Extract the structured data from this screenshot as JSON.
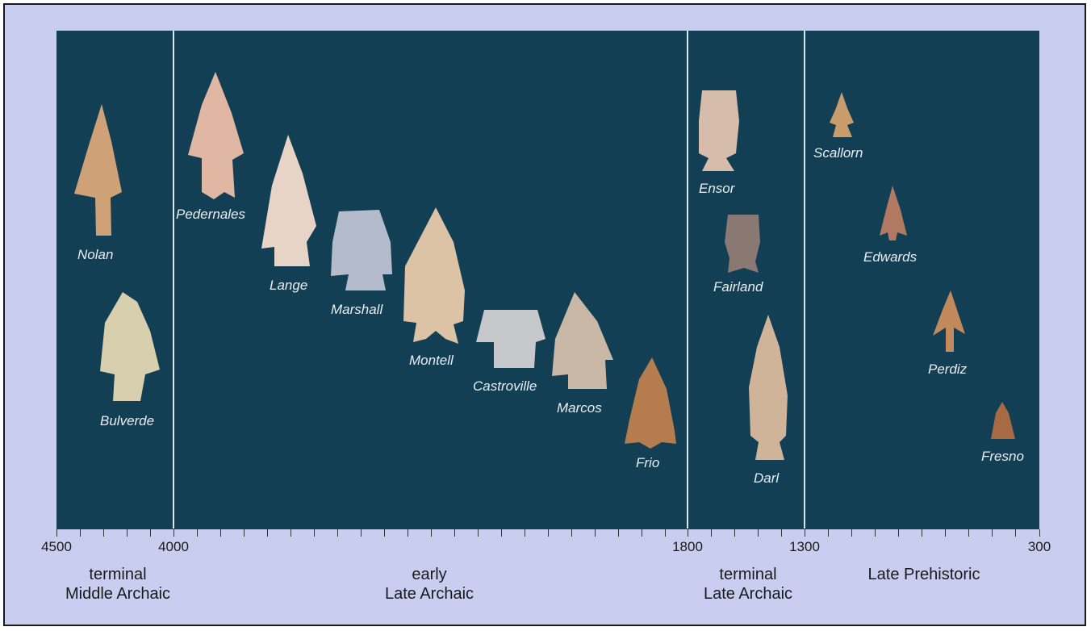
{
  "colors": {
    "background": "#c9cdf0",
    "panel": "#123f54",
    "label": "#e8eef2"
  },
  "artifacts": [
    {
      "name": "Nolan",
      "color": "#d9a779"
    },
    {
      "name": "Bulverde",
      "color": "#d8cfae"
    },
    {
      "name": "Pedernales",
      "color": "#e0b7a2"
    },
    {
      "name": "Lange",
      "color": "#e7d4c7"
    },
    {
      "name": "Marshall",
      "color": "#b4bccc"
    },
    {
      "name": "Montell",
      "color": "#dcc3a6"
    },
    {
      "name": "Castroville",
      "color": "#c7c8cc"
    },
    {
      "name": "Marcos",
      "color": "#c9b8a5"
    },
    {
      "name": "Frio",
      "color": "#b57d4e"
    },
    {
      "name": "Ensor",
      "color": "#d6bcaa"
    },
    {
      "name": "Fairland",
      "color": "#8a7873"
    },
    {
      "name": "Darl",
      "color": "#cfb49a"
    },
    {
      "name": "Scallorn",
      "color": "#c99c6c"
    },
    {
      "name": "Edwards",
      "color": "#b27a62"
    },
    {
      "name": "Perdiz",
      "color": "#c28a5c"
    },
    {
      "name": "Fresno",
      "color": "#a86a45"
    }
  ],
  "axis": {
    "labels": [
      "4500",
      "4000",
      "1800",
      "1300",
      "300"
    ]
  },
  "periods": [
    {
      "line1": "terminal",
      "line2": "Middle Archaic"
    },
    {
      "line1": "early",
      "line2": "Late Archaic"
    },
    {
      "line1": "terminal",
      "line2": "Late Archaic"
    },
    {
      "line1": "Late Prehistoric",
      "line2": ""
    }
  ]
}
